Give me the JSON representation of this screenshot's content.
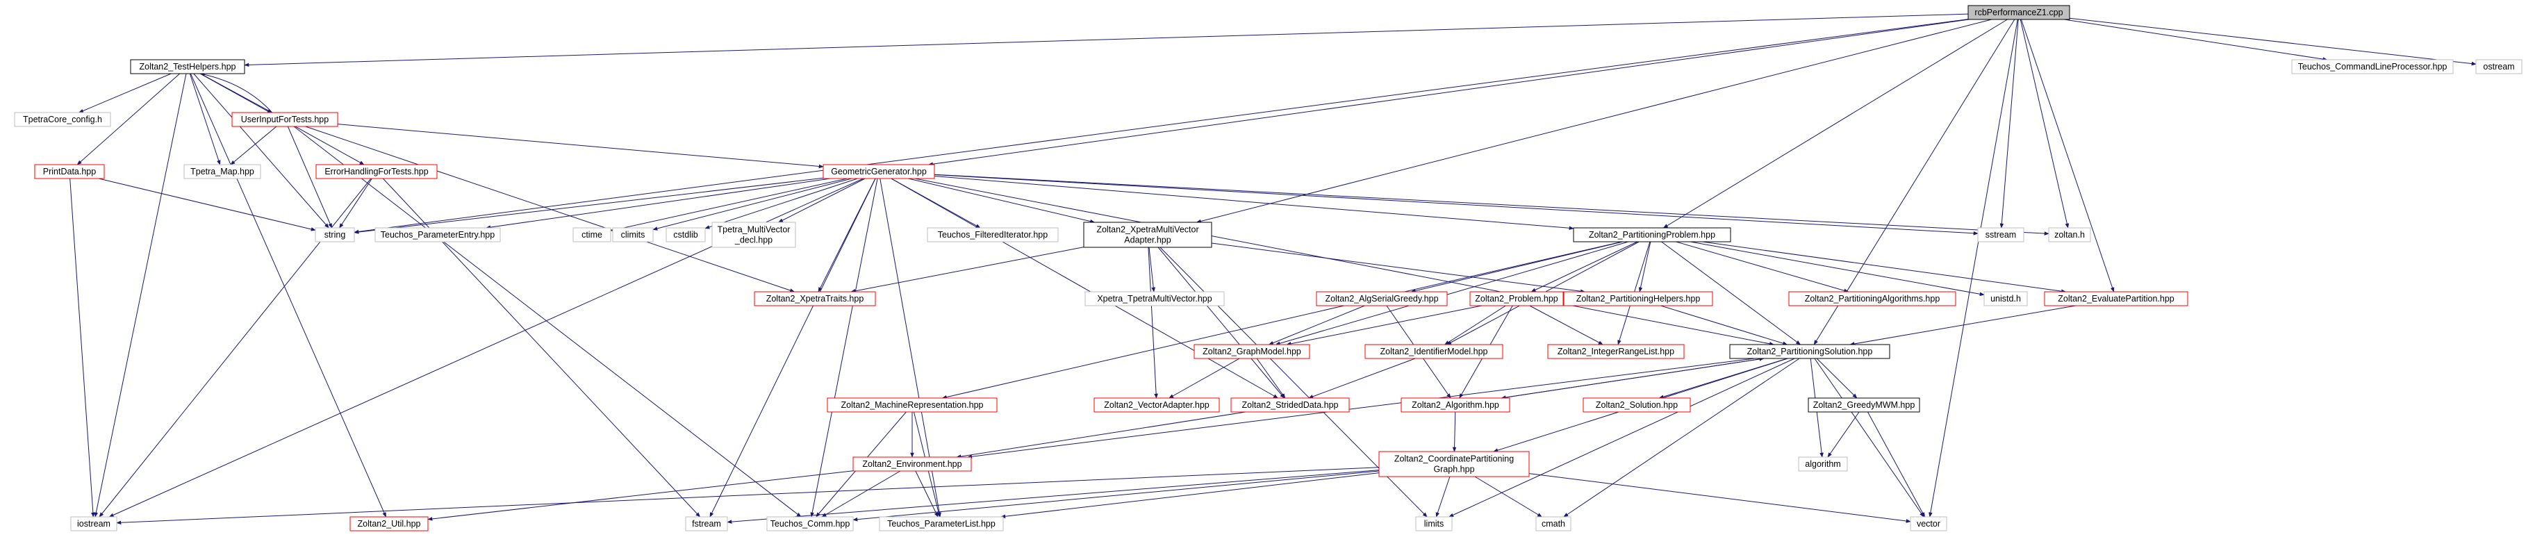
{
  "graph": {
    "type": "include-dependency-graph",
    "colors": {
      "edge": "#191970",
      "root_fill": "#bfbfbf",
      "root_border": "#000000",
      "documented_border": "#000000",
      "undocumented_border": "#ff0000",
      "system_border": "#bfbfbf",
      "background": "#ffffff"
    },
    "nodes": [
      {
        "id": "root",
        "lines": [
          "rcbPerformanceZ1.cpp"
        ],
        "kind": "root"
      },
      {
        "id": "testhelpers",
        "lines": [
          "Zoltan2_TestHelpers.hpp"
        ],
        "kind": "documented"
      },
      {
        "id": "cmdline",
        "lines": [
          "Teuchos_CommandLineProcessor.hpp"
        ],
        "kind": "system"
      },
      {
        "id": "ostream1",
        "lines": [
          "ostream"
        ],
        "kind": "system"
      },
      {
        "id": "tpetracore",
        "lines": [
          "TpetraCore_config.h"
        ],
        "kind": "system"
      },
      {
        "id": "userinput",
        "lines": [
          "UserInputForTests.hpp"
        ],
        "kind": "undocumented"
      },
      {
        "id": "printdata",
        "lines": [
          "PrintData.hpp"
        ],
        "kind": "undocumented"
      },
      {
        "id": "tpetramap",
        "lines": [
          "Tpetra_Map.hpp"
        ],
        "kind": "system"
      },
      {
        "id": "errhandling",
        "lines": [
          "ErrorHandlingForTests.hpp"
        ],
        "kind": "undocumented"
      },
      {
        "id": "geomgen",
        "lines": [
          "GeometricGenerator.hpp"
        ],
        "kind": "undocumented"
      },
      {
        "id": "string",
        "lines": [
          "string"
        ],
        "kind": "system"
      },
      {
        "id": "paramentry",
        "lines": [
          "Teuchos_ParameterEntry.hpp"
        ],
        "kind": "system"
      },
      {
        "id": "ctime",
        "lines": [
          "ctime"
        ],
        "kind": "system"
      },
      {
        "id": "climits",
        "lines": [
          "climits"
        ],
        "kind": "system"
      },
      {
        "id": "cstdlib",
        "lines": [
          "cstdlib"
        ],
        "kind": "system"
      },
      {
        "id": "tpetramv",
        "lines": [
          "Tpetra_MultiVector",
          "_decl.hpp"
        ],
        "kind": "system"
      },
      {
        "id": "filtered",
        "lines": [
          "Teuchos_FilteredIterator.hpp"
        ],
        "kind": "system"
      },
      {
        "id": "xpetramv",
        "lines": [
          "Zoltan2_XpetraMultiVector",
          "Adapter.hpp"
        ],
        "kind": "documented"
      },
      {
        "id": "partproblem",
        "lines": [
          "Zoltan2_PartitioningProblem.hpp"
        ],
        "kind": "documented"
      },
      {
        "id": "sstream",
        "lines": [
          "sstream"
        ],
        "kind": "system"
      },
      {
        "id": "zoltanh",
        "lines": [
          "zoltan.h"
        ],
        "kind": "system"
      },
      {
        "id": "xpetratraits",
        "lines": [
          "Zoltan2_XpetraTraits.hpp"
        ],
        "kind": "undocumented"
      },
      {
        "id": "xpetratpetramv",
        "lines": [
          "Xpetra_TpetraMultiVector.hpp"
        ],
        "kind": "system"
      },
      {
        "id": "algserial",
        "lines": [
          "Zoltan2_AlgSerialGreedy.hpp"
        ],
        "kind": "undocumented"
      },
      {
        "id": "problem",
        "lines": [
          "Zoltan2_Problem.hpp"
        ],
        "kind": "undocumented"
      },
      {
        "id": "parthelpers",
        "lines": [
          "Zoltan2_PartitioningHelpers.hpp"
        ],
        "kind": "undocumented"
      },
      {
        "id": "partalgs",
        "lines": [
          "Zoltan2_PartitioningAlgorithms.hpp"
        ],
        "kind": "undocumented"
      },
      {
        "id": "unistd",
        "lines": [
          "unistd.h"
        ],
        "kind": "system"
      },
      {
        "id": "evalpart",
        "lines": [
          "Zoltan2_EvaluatePartition.hpp"
        ],
        "kind": "undocumented"
      },
      {
        "id": "graphmodel",
        "lines": [
          "Zoltan2_GraphModel.hpp"
        ],
        "kind": "undocumented"
      },
      {
        "id": "identmodel",
        "lines": [
          "Zoltan2_IdentifierModel.hpp"
        ],
        "kind": "undocumented"
      },
      {
        "id": "intrange",
        "lines": [
          "Zoltan2_IntegerRangeList.hpp"
        ],
        "kind": "undocumented"
      },
      {
        "id": "partsol",
        "lines": [
          "Zoltan2_PartitioningSolution.hpp"
        ],
        "kind": "documented"
      },
      {
        "id": "machrep",
        "lines": [
          "Zoltan2_MachineRepresentation.hpp"
        ],
        "kind": "undocumented"
      },
      {
        "id": "vecadapter",
        "lines": [
          "Zoltan2_VectorAdapter.hpp"
        ],
        "kind": "undocumented"
      },
      {
        "id": "strided",
        "lines": [
          "Zoltan2_StridedData.hpp"
        ],
        "kind": "undocumented"
      },
      {
        "id": "algorithm",
        "lines": [
          "Zoltan2_Algorithm.hpp"
        ],
        "kind": "undocumented"
      },
      {
        "id": "solution",
        "lines": [
          "Zoltan2_Solution.hpp"
        ],
        "kind": "undocumented"
      },
      {
        "id": "greedymwm",
        "lines": [
          "Zoltan2_GreedyMWM.hpp"
        ],
        "kind": "documented"
      },
      {
        "id": "environment",
        "lines": [
          "Zoltan2_Environment.hpp"
        ],
        "kind": "undocumented"
      },
      {
        "id": "coordpart",
        "lines": [
          "Zoltan2_CoordinatePartitioning",
          "Graph.hpp"
        ],
        "kind": "undocumented"
      },
      {
        "id": "stdalgorithm",
        "lines": [
          "algorithm"
        ],
        "kind": "system"
      },
      {
        "id": "iostream",
        "lines": [
          "iostream"
        ],
        "kind": "system"
      },
      {
        "id": "util",
        "lines": [
          "Zoltan2_Util.hpp"
        ],
        "kind": "undocumented"
      },
      {
        "id": "fstream",
        "lines": [
          "fstream"
        ],
        "kind": "system"
      },
      {
        "id": "teuchoscomm",
        "lines": [
          "Teuchos_Comm.hpp"
        ],
        "kind": "system"
      },
      {
        "id": "paramlist",
        "lines": [
          "Teuchos_ParameterList.hpp"
        ],
        "kind": "system"
      },
      {
        "id": "limits",
        "lines": [
          "limits"
        ],
        "kind": "system"
      },
      {
        "id": "cmath",
        "lines": [
          "cmath"
        ],
        "kind": "system"
      },
      {
        "id": "vector",
        "lines": [
          "vector"
        ],
        "kind": "system"
      }
    ],
    "edges": [
      [
        "root",
        "testhelpers"
      ],
      [
        "root",
        "cmdline"
      ],
      [
        "root",
        "ostream1"
      ],
      [
        "root",
        "geomgen"
      ],
      [
        "root",
        "xpetramv"
      ],
      [
        "root",
        "partproblem"
      ],
      [
        "root",
        "sstream"
      ],
      [
        "root",
        "zoltanh"
      ],
      [
        "root",
        "evalpart"
      ],
      [
        "root",
        "partsol"
      ],
      [
        "root",
        "vector"
      ],
      [
        "root",
        "string"
      ],
      [
        "testhelpers",
        "tpetracore"
      ],
      [
        "testhelpers",
        "userinput"
      ],
      [
        "testhelpers",
        "printdata"
      ],
      [
        "testhelpers",
        "tpetramap"
      ],
      [
        "testhelpers",
        "errhandling"
      ],
      [
        "testhelpers",
        "string"
      ],
      [
        "testhelpers",
        "iostream"
      ],
      [
        "testhelpers",
        "util"
      ],
      [
        "userinput",
        "testhelpers"
      ],
      [
        "userinput",
        "tpetramap"
      ],
      [
        "userinput",
        "geomgen"
      ],
      [
        "userinput",
        "string"
      ],
      [
        "userinput",
        "xpetratraits"
      ],
      [
        "userinput",
        "teuchoscomm"
      ],
      [
        "printdata",
        "string"
      ],
      [
        "printdata",
        "iostream"
      ],
      [
        "errhandling",
        "string"
      ],
      [
        "errhandling",
        "iostream"
      ],
      [
        "errhandling",
        "fstream"
      ],
      [
        "geomgen",
        "string"
      ],
      [
        "geomgen",
        "paramentry"
      ],
      [
        "geomgen",
        "ctime"
      ],
      [
        "geomgen",
        "climits"
      ],
      [
        "geomgen",
        "cstdlib"
      ],
      [
        "geomgen",
        "tpetramv"
      ],
      [
        "geomgen",
        "filtered"
      ],
      [
        "geomgen",
        "xpetramv"
      ],
      [
        "geomgen",
        "partproblem"
      ],
      [
        "geomgen",
        "sstream"
      ],
      [
        "geomgen",
        "zoltanh"
      ],
      [
        "geomgen",
        "partsol"
      ],
      [
        "geomgen",
        "xpetratraits"
      ],
      [
        "geomgen",
        "iostream"
      ],
      [
        "geomgen",
        "fstream"
      ],
      [
        "geomgen",
        "teuchoscomm"
      ],
      [
        "geomgen",
        "paramlist"
      ],
      [
        "geomgen",
        "strided"
      ],
      [
        "xpetramv",
        "xpetratraits"
      ],
      [
        "xpetramv",
        "xpetratpetramv"
      ],
      [
        "xpetramv",
        "vecadapter"
      ],
      [
        "xpetramv",
        "strided"
      ],
      [
        "xpetramv",
        "parthelpers"
      ],
      [
        "xpetramv",
        "limits"
      ],
      [
        "partproblem",
        "algserial"
      ],
      [
        "partproblem",
        "problem"
      ],
      [
        "partproblem",
        "parthelpers"
      ],
      [
        "partproblem",
        "partalgs"
      ],
      [
        "partproblem",
        "unistd"
      ],
      [
        "partproblem",
        "evalpart"
      ],
      [
        "partproblem",
        "graphmodel"
      ],
      [
        "partproblem",
        "identmodel"
      ],
      [
        "partproblem",
        "intrange"
      ],
      [
        "partproblem",
        "partsol"
      ],
      [
        "partproblem",
        "machrep"
      ],
      [
        "algserial",
        "graphmodel"
      ],
      [
        "algserial",
        "algorithm"
      ],
      [
        "problem",
        "graphmodel"
      ],
      [
        "problem",
        "identmodel"
      ],
      [
        "problem",
        "algorithm"
      ],
      [
        "problem",
        "intrange"
      ],
      [
        "parthelpers",
        "partsol"
      ],
      [
        "evalpart",
        "partsol"
      ],
      [
        "graphmodel",
        "vecadapter"
      ],
      [
        "graphmodel",
        "strided"
      ],
      [
        "identmodel",
        "strided"
      ],
      [
        "partsol",
        "algorithm"
      ],
      [
        "partsol",
        "solution"
      ],
      [
        "partsol",
        "greedymwm"
      ],
      [
        "partsol",
        "coordpart"
      ],
      [
        "partsol",
        "stdalgorithm"
      ],
      [
        "partsol",
        "cmath"
      ],
      [
        "partsol",
        "vector"
      ],
      [
        "partsol",
        "limits"
      ],
      [
        "partsol",
        "environment"
      ],
      [
        "machrep",
        "environment"
      ],
      [
        "machrep",
        "teuchoscomm"
      ],
      [
        "machrep",
        "paramlist"
      ],
      [
        "strided",
        "environment"
      ],
      [
        "algorithm",
        "coordpart"
      ],
      [
        "algorithm",
        "partsol"
      ],
      [
        "greedymwm",
        "stdalgorithm"
      ],
      [
        "greedymwm",
        "vector"
      ],
      [
        "environment",
        "util"
      ],
      [
        "environment",
        "teuchoscomm"
      ],
      [
        "environment",
        "paramlist"
      ],
      [
        "coordpart",
        "iostream"
      ],
      [
        "coordpart",
        "fstream"
      ],
      [
        "coordpart",
        "teuchoscomm"
      ],
      [
        "coordpart",
        "paramlist"
      ],
      [
        "coordpart",
        "limits"
      ],
      [
        "coordpart",
        "cmath"
      ],
      [
        "coordpart",
        "vector"
      ]
    ]
  }
}
